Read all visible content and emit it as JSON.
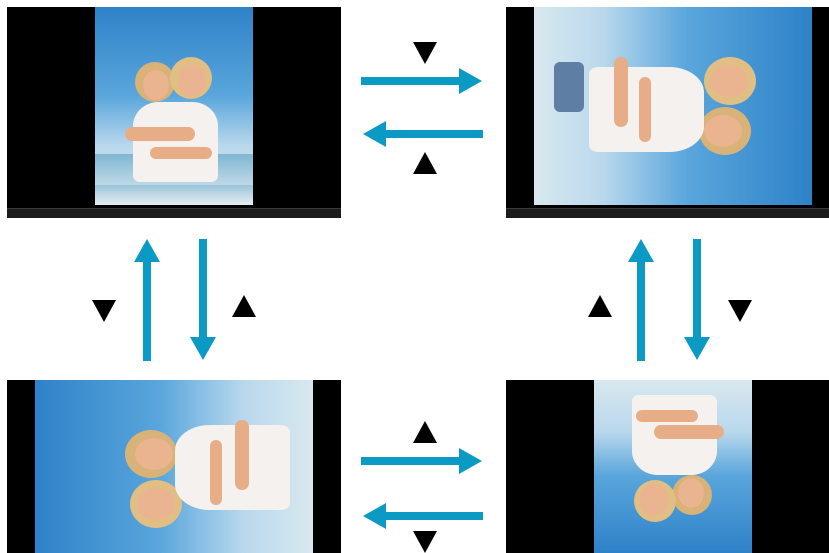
{
  "arrow_color": "#0a9ac4",
  "screens": [
    {
      "id": "top-left",
      "orientation": "upright",
      "statusbar": [
        {
          "key": "",
          "label": ""
        },
        {
          "key": "",
          "label": ""
        },
        {
          "key": "",
          "label": ""
        }
      ]
    },
    {
      "id": "top-right",
      "orientation": "rotated-right",
      "statusbar": [
        {
          "key": "",
          "label": ""
        },
        {
          "key": "",
          "label": ""
        },
        {
          "key": "",
          "label": ""
        }
      ]
    },
    {
      "id": "bottom-left",
      "orientation": "rotated-left"
    },
    {
      "id": "bottom-right",
      "orientation": "upside-down"
    }
  ],
  "markers": {
    "up": "▲",
    "down": "▼"
  }
}
